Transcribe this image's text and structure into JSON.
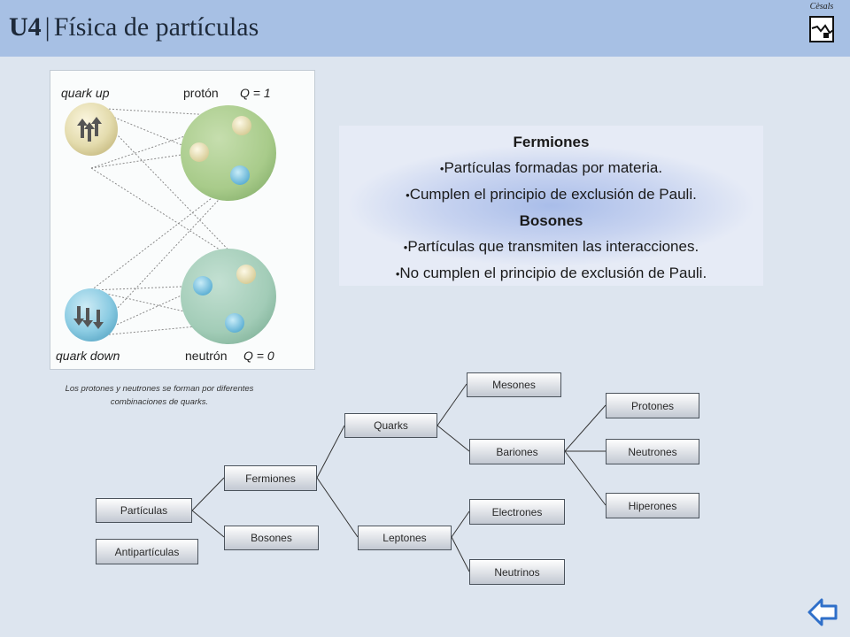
{
  "header": {
    "unit": "U4",
    "separator": "|",
    "title": "Física de partículas",
    "logo_text": "Cèsals"
  },
  "figure": {
    "quark_up_label": "quark up",
    "proton_label": "protón",
    "proton_charge": "Q = 1",
    "quark_down_label": "quark down",
    "neutron_label": "neutrón",
    "neutron_charge": "Q = 0",
    "caption": "Los protones y neutrones se forman por diferentes combinaciones de quarks."
  },
  "info": {
    "fermions_heading": "Fermiones",
    "fermions_points": [
      "Partículas formadas por materia.",
      "Cumplen el principio de exclusión de Pauli."
    ],
    "bosons_heading": "Bosones",
    "bosons_points": [
      "Partículas que transmiten las interacciones.",
      "No cumplen el principio de exclusión de Pauli."
    ]
  },
  "tree": {
    "particulas": "Partículas",
    "antiparticulas": "Antipartículas",
    "fermiones": "Fermiones",
    "bosones": "Bosones",
    "quarks": "Quarks",
    "leptones": "Leptones",
    "mesones": "Mesones",
    "bariones": "Bariones",
    "electrones": "Electrones",
    "neutrinos": "Neutrinos",
    "protones": "Protones",
    "neutrones": "Neutrones",
    "hiperones": "Hiperones"
  },
  "colors": {
    "header": "#a7c0e4",
    "background": "#dde5ef",
    "nav_arrow": "#2f6fc9"
  },
  "icons": {
    "back": "back-arrow-icon",
    "logo": "chart-logo-icon"
  }
}
